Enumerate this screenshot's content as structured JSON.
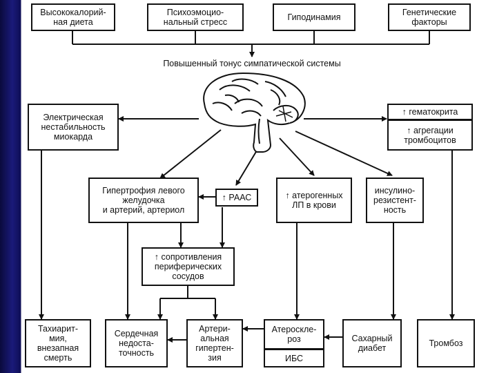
{
  "nodes": {
    "diet": "Высококалорий-\nная диета",
    "stress": "Психоэмоцио-\nнальный стресс",
    "hypodynamia": "Гиподинамия",
    "genetic": "Генетические\nфакторы",
    "sympathetic": "Повышенный тонус симпатической системы",
    "electric": "Электрическая\nнестабильность\nмиокарда",
    "hematocrit": "↑ гематокрита",
    "platelet": "↑ агрегации\nтромбоцитов",
    "lvh": "Гипертрофия левого\nжелудочка\nи артерий, артериол",
    "raas": "↑ РААС",
    "atherogenic": "↑ атерогенных\nЛП в крови",
    "insulin": "инсулино-\nрезистент-\nность",
    "resistance": "↑ сопротивления\nпериферических\nсосудов",
    "tachy": "Тахиарит-\nмия,\nвнезапная\nсмерть",
    "heart_failure": "Сердечная\nнедоста-\nточность",
    "hypertension": "Артери-\nальная\nгипертен-\nзия",
    "atherosclerosis": "Атероскле-\nроз",
    "ihd": "ИБС",
    "diabetes": "Сахарный\nдиабет",
    "thrombosis": "Тромбоз"
  }
}
